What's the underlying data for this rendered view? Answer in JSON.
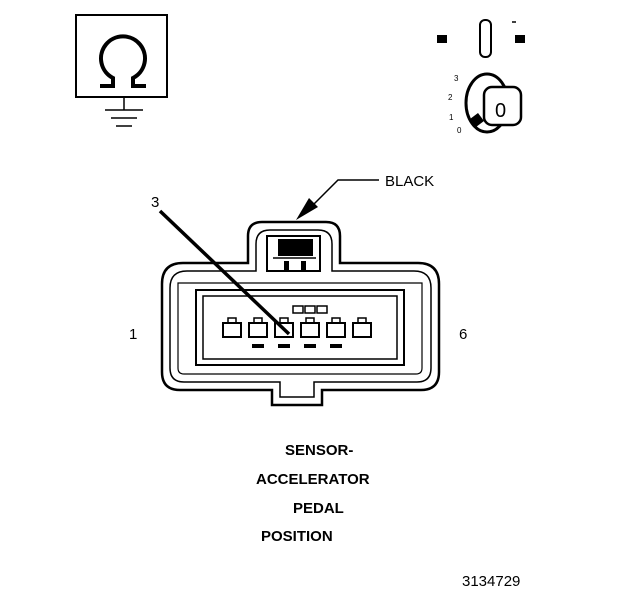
{
  "ignition": {
    "positions": [
      "3",
      "2",
      "1",
      "0"
    ],
    "key_label": "0"
  },
  "connector": {
    "color_label": "BLACK",
    "callout_pin": "3",
    "left_pin": "1",
    "right_pin": "6",
    "pin_count": 6
  },
  "component": {
    "name_lines": [
      "SENSOR-",
      "ACCELERATOR",
      "PEDAL",
      "POSITION"
    ]
  },
  "figure_number": "3134729"
}
